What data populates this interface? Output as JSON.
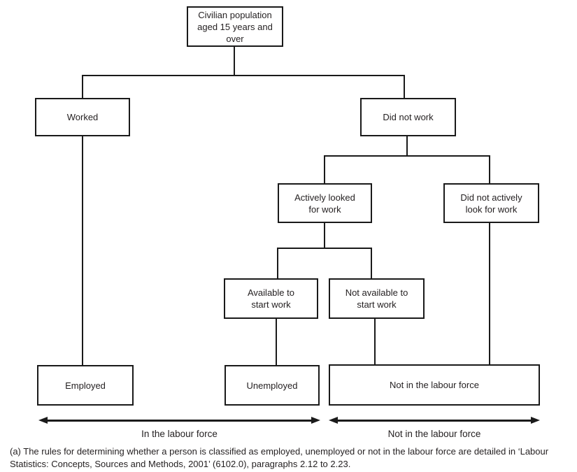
{
  "diagram": {
    "nodes": {
      "civilian": "Civilian population\naged 15 years and\nover",
      "worked": "Worked",
      "did_not_work": "Did not work",
      "actively_looked": "Actively looked\nfor work",
      "did_not_actively": "Did not actively\nlook for work",
      "available": "Available to\nstart work",
      "not_available": "Not available to\nstart work",
      "employed": "Employed",
      "unemployed": "Unemployed",
      "not_in_labour_force": "Not in the labour force"
    },
    "edges": [
      {
        "from": "civilian",
        "to": "worked"
      },
      {
        "from": "civilian",
        "to": "did_not_work"
      },
      {
        "from": "did_not_work",
        "to": "actively_looked"
      },
      {
        "from": "did_not_work",
        "to": "did_not_actively"
      },
      {
        "from": "actively_looked",
        "to": "available"
      },
      {
        "from": "actively_looked",
        "to": "not_available"
      },
      {
        "from": "worked",
        "to": "employed"
      },
      {
        "from": "available",
        "to": "unemployed"
      },
      {
        "from": "not_available",
        "to": "not_in_labour_force"
      },
      {
        "from": "did_not_actively",
        "to": "not_in_labour_force"
      }
    ],
    "spans": {
      "in_labour_force": "In the labour force",
      "not_in_labour_force": "Not in the labour force"
    },
    "footnote": "(a) The rules for determining whether a person is classified as employed, unemployed or not in the labour force are detailed in ‘Labour\nStatistics: Concepts, Sources and Methods, 2001’ (6102.0), paragraphs 2.12 to 2.23."
  },
  "colors": {
    "line": "#1a1a1a",
    "text": "#231f20",
    "background": "#ffffff"
  }
}
